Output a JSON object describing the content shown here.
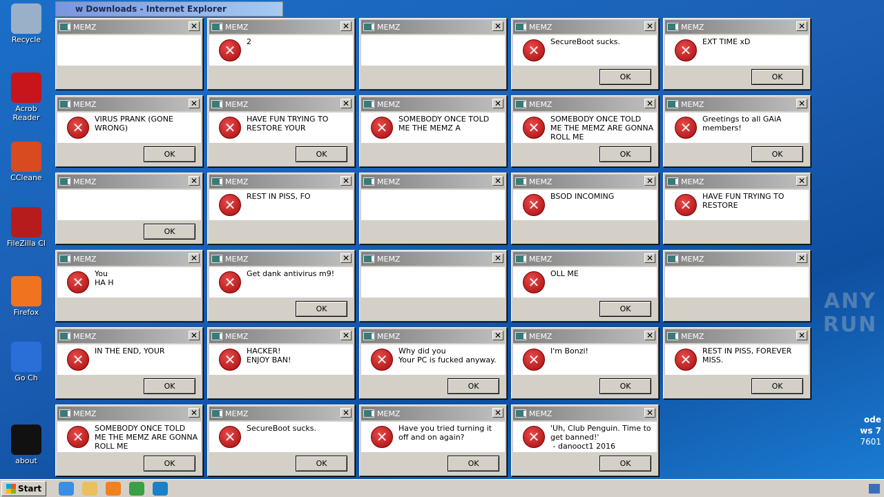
{
  "desktop": {
    "icons": [
      {
        "label": "Recycle",
        "color": "#9ab0c8"
      },
      {
        "label": "Acrob Reader",
        "color": "#c8141b"
      },
      {
        "label": "CCleane",
        "color": "#d84a20"
      },
      {
        "label": "FileZilla Cl",
        "color": "#b71c1c"
      },
      {
        "label": "Firefox",
        "color": "#f07420"
      },
      {
        "label": "Go Ch",
        "color": "#2a6fd8"
      },
      {
        "label": "about",
        "color": "#111111"
      }
    ]
  },
  "ie_window": {
    "title": "w Downloads - Internet Explorer"
  },
  "dialogs": [
    {
      "title": "MEMZ",
      "message": "",
      "ok": ""
    },
    {
      "title": "MEMZ",
      "message": "2",
      "ok": ""
    },
    {
      "title": "MEMZ",
      "message": "",
      "ok": ""
    },
    {
      "title": "MEMZ",
      "message": "SecureBoot sucks.",
      "ok": "OK"
    },
    {
      "title": "MEMZ",
      "message": "EXT TIME xD",
      "ok": "OK"
    },
    {
      "title": "MEMZ",
      "message": "VIRUS PRANK (GONE WRONG)",
      "ok": "OK"
    },
    {
      "title": "MEMZ",
      "message": "HAVE FUN TRYING TO RESTORE YOUR",
      "ok": "OK"
    },
    {
      "title": "MEMZ",
      "message": "SOMEBODY ONCE TOLD ME THE MEMZ A",
      "ok": ""
    },
    {
      "title": "MEMZ",
      "message": "SOMEBODY ONCE TOLD ME THE MEMZ ARE GONNA ROLL ME",
      "ok": "OK"
    },
    {
      "title": "MEMZ",
      "message": "Greetings to all GAiA members!",
      "ok": "OK"
    },
    {
      "title": "MEMZ",
      "message": "",
      "ok": "OK"
    },
    {
      "title": "MEMZ",
      "message": "REST IN PISS, FO",
      "ok": ""
    },
    {
      "title": "MEMZ",
      "message": "",
      "ok": ""
    },
    {
      "title": "MEMZ",
      "message": "BSOD INCOMING",
      "ok": ""
    },
    {
      "title": "MEMZ",
      "message": "HAVE FUN TRYING TO RESTORE",
      "ok": ""
    },
    {
      "title": "MEMZ",
      "message": "You\nHA H",
      "ok": ""
    },
    {
      "title": "MEMZ",
      "message": "Get dank antivirus m9!",
      "ok": "OK"
    },
    {
      "title": "MEMZ",
      "message": "",
      "ok": ""
    },
    {
      "title": "MEMZ",
      "message": "OLL ME",
      "ok": "OK"
    },
    {
      "title": "MEMZ",
      "message": "",
      "ok": ""
    },
    {
      "title": "MEMZ",
      "message": "IN THE END, YOUR",
      "ok": "OK"
    },
    {
      "title": "MEMZ",
      "message": "HACKER!\nENJOY BAN!",
      "ok": ""
    },
    {
      "title": "MEMZ",
      "message": "Why did you\nYour PC is fucked anyway.",
      "ok": "OK"
    },
    {
      "title": "MEMZ",
      "message": "I'm Bonzi!",
      "ok": "OK"
    },
    {
      "title": "MEMZ",
      "message": "REST IN PISS, FOREVER MISS.",
      "ok": "OK"
    },
    {
      "title": "MEMZ",
      "message": "SOMEBODY ONCE TOLD ME THE MEMZ ARE GONNA ROLL ME",
      "ok": "OK"
    },
    {
      "title": "MEMZ",
      "message": "SecureBoot sucks.",
      "ok": "OK"
    },
    {
      "title": "MEMZ",
      "message": "Have you tried turning it off and on again?",
      "ok": "OK"
    },
    {
      "title": "MEMZ",
      "message": "'Uh, Club Penguin. Time to get banned!'\n - danooct1 2016",
      "ok": "OK"
    }
  ],
  "close_glyph": "✕",
  "error_glyph": "✕",
  "taskbar": {
    "start": "Start",
    "apps": [
      {
        "name": "internet-explorer",
        "color": "#3a8ee6"
      },
      {
        "name": "file-explorer",
        "color": "#e8c060"
      },
      {
        "name": "media-player",
        "color": "#f08020"
      },
      {
        "name": "chrome",
        "color": "#3aa045"
      },
      {
        "name": "edge",
        "color": "#1a80c8"
      }
    ]
  },
  "watermark": {
    "line1": "ode",
    "line2": "ws 7",
    "line3": "7601",
    "brand": "ANY RUN"
  }
}
